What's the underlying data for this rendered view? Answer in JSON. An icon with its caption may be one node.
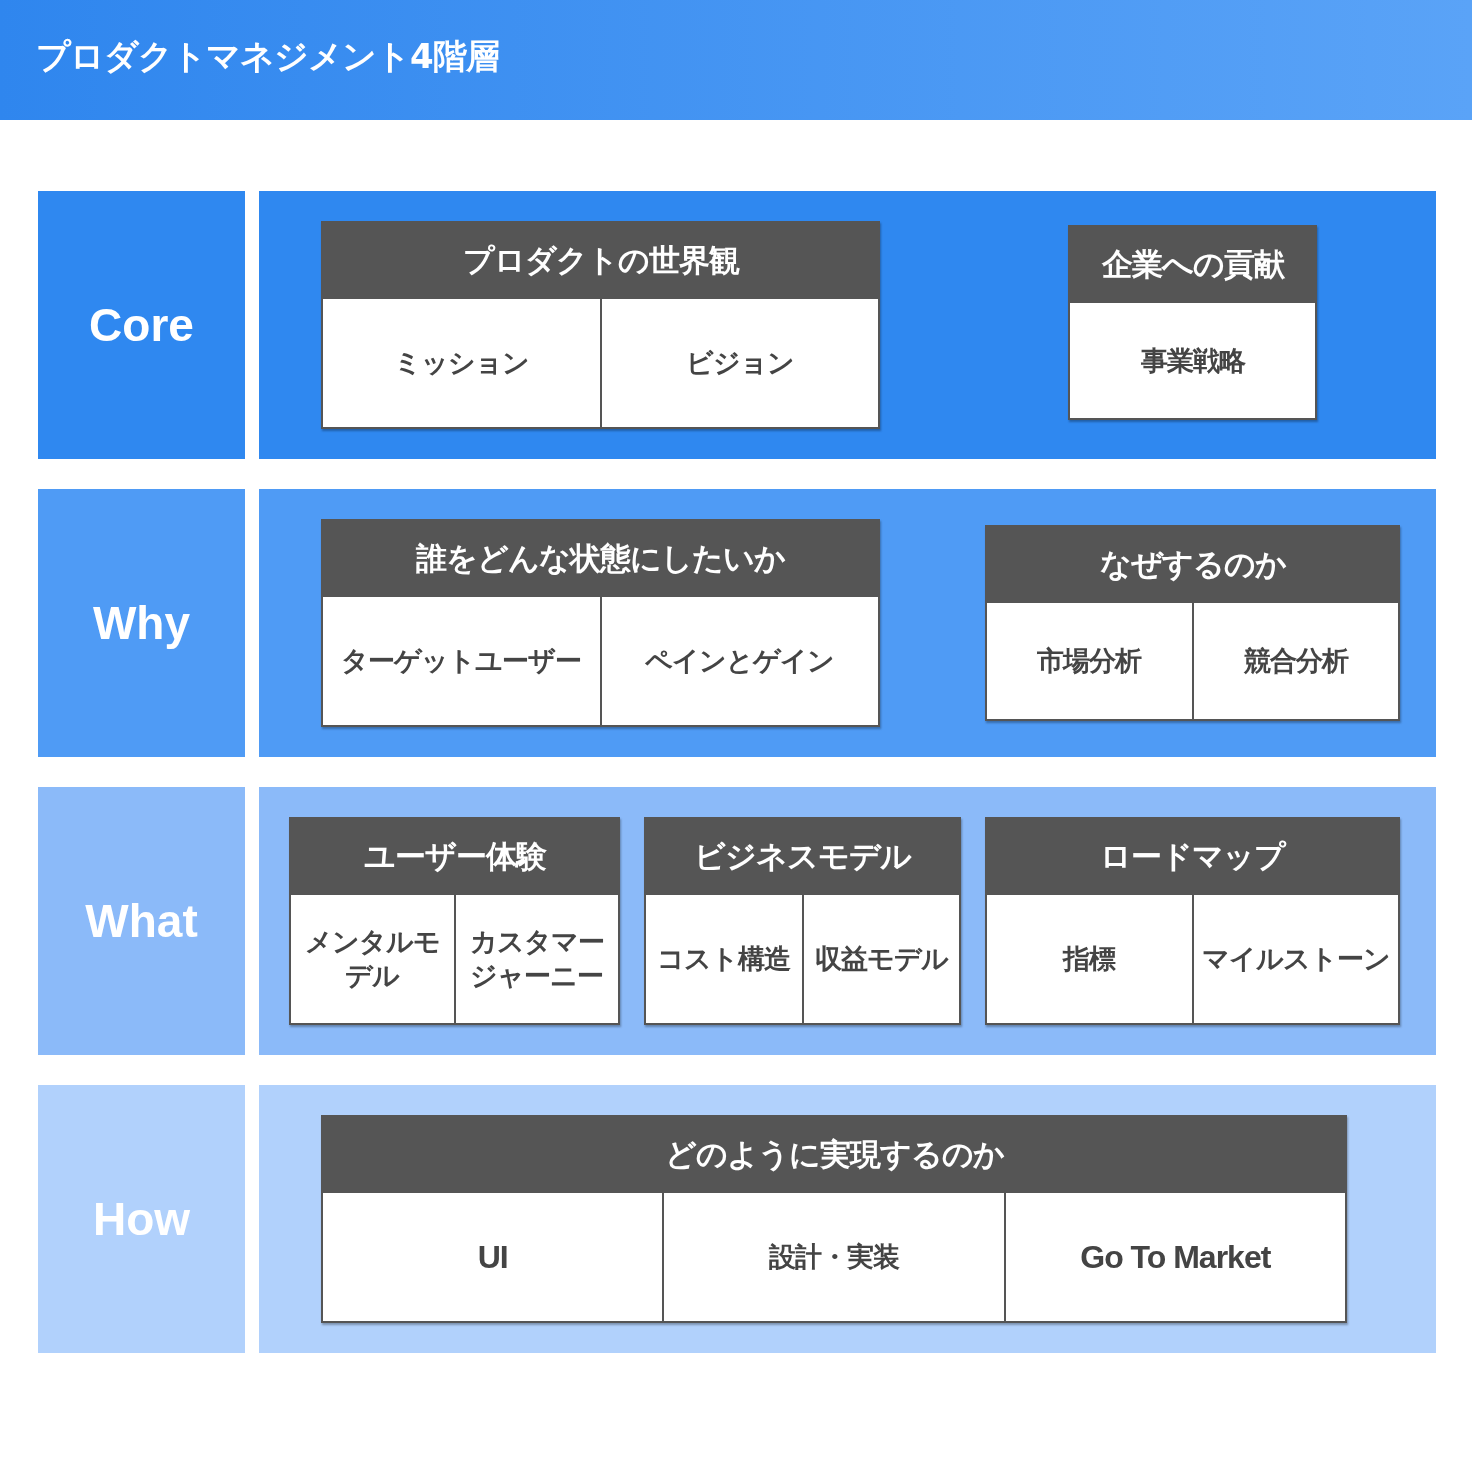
{
  "diagram": {
    "title": "プロダクトマネジメント4階層",
    "nodes": [
      {
        "text": [
          "Core"
        ]
      },
      {
        "text": [],
        "shape": "box"
      },
      {
        "text": [
          "プロダクトの世界観"
        ],
        "in": 1
      },
      {
        "text": [
          "ミッション"
        ],
        "in": 2
      },
      {
        "text": [
          "ビジョン"
        ],
        "in": 2
      },
      {
        "text": [
          "企業への貢献"
        ],
        "in": 1
      },
      {
        "text": [
          "事業戦略"
        ],
        "in": 5
      },
      {
        "text": [
          "Why"
        ]
      },
      {
        "text": [],
        "shape": "box"
      },
      {
        "text": [
          "誰をどんな状態にしたいか"
        ],
        "in": 8
      },
      {
        "text": [
          "ターゲットユーザー"
        ],
        "in": 9
      },
      {
        "text": [
          "ペインとゲイン"
        ],
        "in": 9
      },
      {
        "text": [
          "なぜするのか"
        ],
        "in": 8
      },
      {
        "text": [
          "市場分析"
        ],
        "in": 12
      },
      {
        "text": [
          "競合分析"
        ],
        "in": 12
      },
      {
        "text": [
          "What"
        ]
      },
      {
        "text": [],
        "shape": "box"
      },
      {
        "text": [
          "ユーザー体験"
        ],
        "in": 16
      },
      {
        "text": [
          "メンタルモデル"
        ],
        "in": 17
      },
      {
        "text": [
          "カスタマージャーニー"
        ],
        "in": 17
      },
      {
        "text": [
          "ビジネスモデル"
        ],
        "in": 16
      },
      {
        "text": [
          "コスト構造"
        ],
        "in": 20
      },
      {
        "text": [
          "収益モデル"
        ],
        "in": 20
      },
      {
        "text": [
          "ロードマップ"
        ],
        "in": 16
      },
      {
        "text": [
          "指標"
        ],
        "in": 23
      },
      {
        "text": [
          "マイルストーン"
        ],
        "in": 23
      },
      {
        "text": [
          "How"
        ]
      },
      {
        "text": [],
        "shape": "box"
      },
      {
        "text": [
          "どのように実現するのか"
        ],
        "in": 27
      },
      {
        "text": [
          "UI"
        ],
        "in": 28
      },
      {
        "text": [
          "設計・実装"
        ],
        "in": 28
      },
      {
        "text": [
          "Go To Market"
        ],
        "in": 28
      }
    ]
  }
}
